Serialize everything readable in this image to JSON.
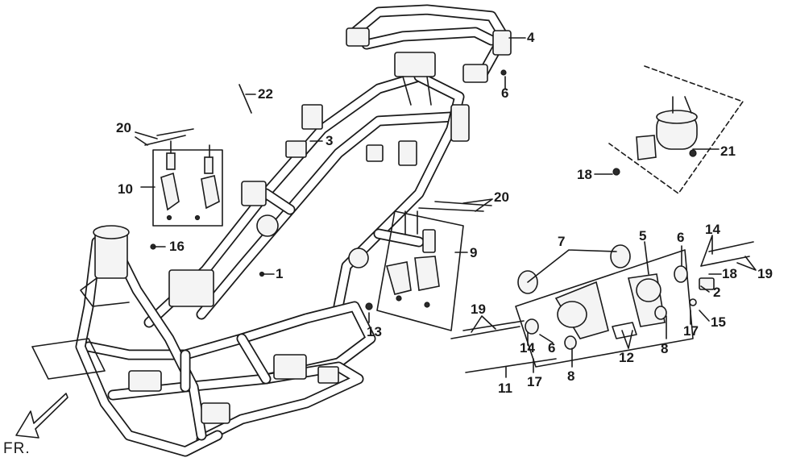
{
  "diagram": {
    "callouts": [
      {
        "id": "c22a",
        "text": "22"
      },
      {
        "id": "c20a",
        "text": "20"
      },
      {
        "id": "c3",
        "text": "3"
      },
      {
        "id": "c10",
        "text": "10"
      },
      {
        "id": "c16",
        "text": "16"
      },
      {
        "id": "c1",
        "text": "1"
      },
      {
        "id": "c13",
        "text": "13"
      },
      {
        "id": "c4",
        "text": "4"
      },
      {
        "id": "c6a",
        "text": "6"
      },
      {
        "id": "c21",
        "text": "21"
      },
      {
        "id": "c18a",
        "text": "18"
      },
      {
        "id": "c20b",
        "text": "20"
      },
      {
        "id": "c9",
        "text": "9"
      },
      {
        "id": "c7",
        "text": "7"
      },
      {
        "id": "c5",
        "text": "5"
      },
      {
        "id": "c6b",
        "text": "6"
      },
      {
        "id": "c14a",
        "text": "14"
      },
      {
        "id": "c18b",
        "text": "18"
      },
      {
        "id": "c19a",
        "text": "19"
      },
      {
        "id": "c2",
        "text": "2"
      },
      {
        "id": "c15",
        "text": "15"
      },
      {
        "id": "c17a",
        "text": "17"
      },
      {
        "id": "c8a",
        "text": "8"
      },
      {
        "id": "c19b",
        "text": "19"
      },
      {
        "id": "c14b",
        "text": "14"
      },
      {
        "id": "c6c",
        "text": "6"
      },
      {
        "id": "c8b",
        "text": "8"
      },
      {
        "id": "c12",
        "text": "12"
      },
      {
        "id": "c11",
        "text": "11"
      },
      {
        "id": "c17b",
        "text": "17"
      }
    ],
    "direction_label": "FR."
  }
}
